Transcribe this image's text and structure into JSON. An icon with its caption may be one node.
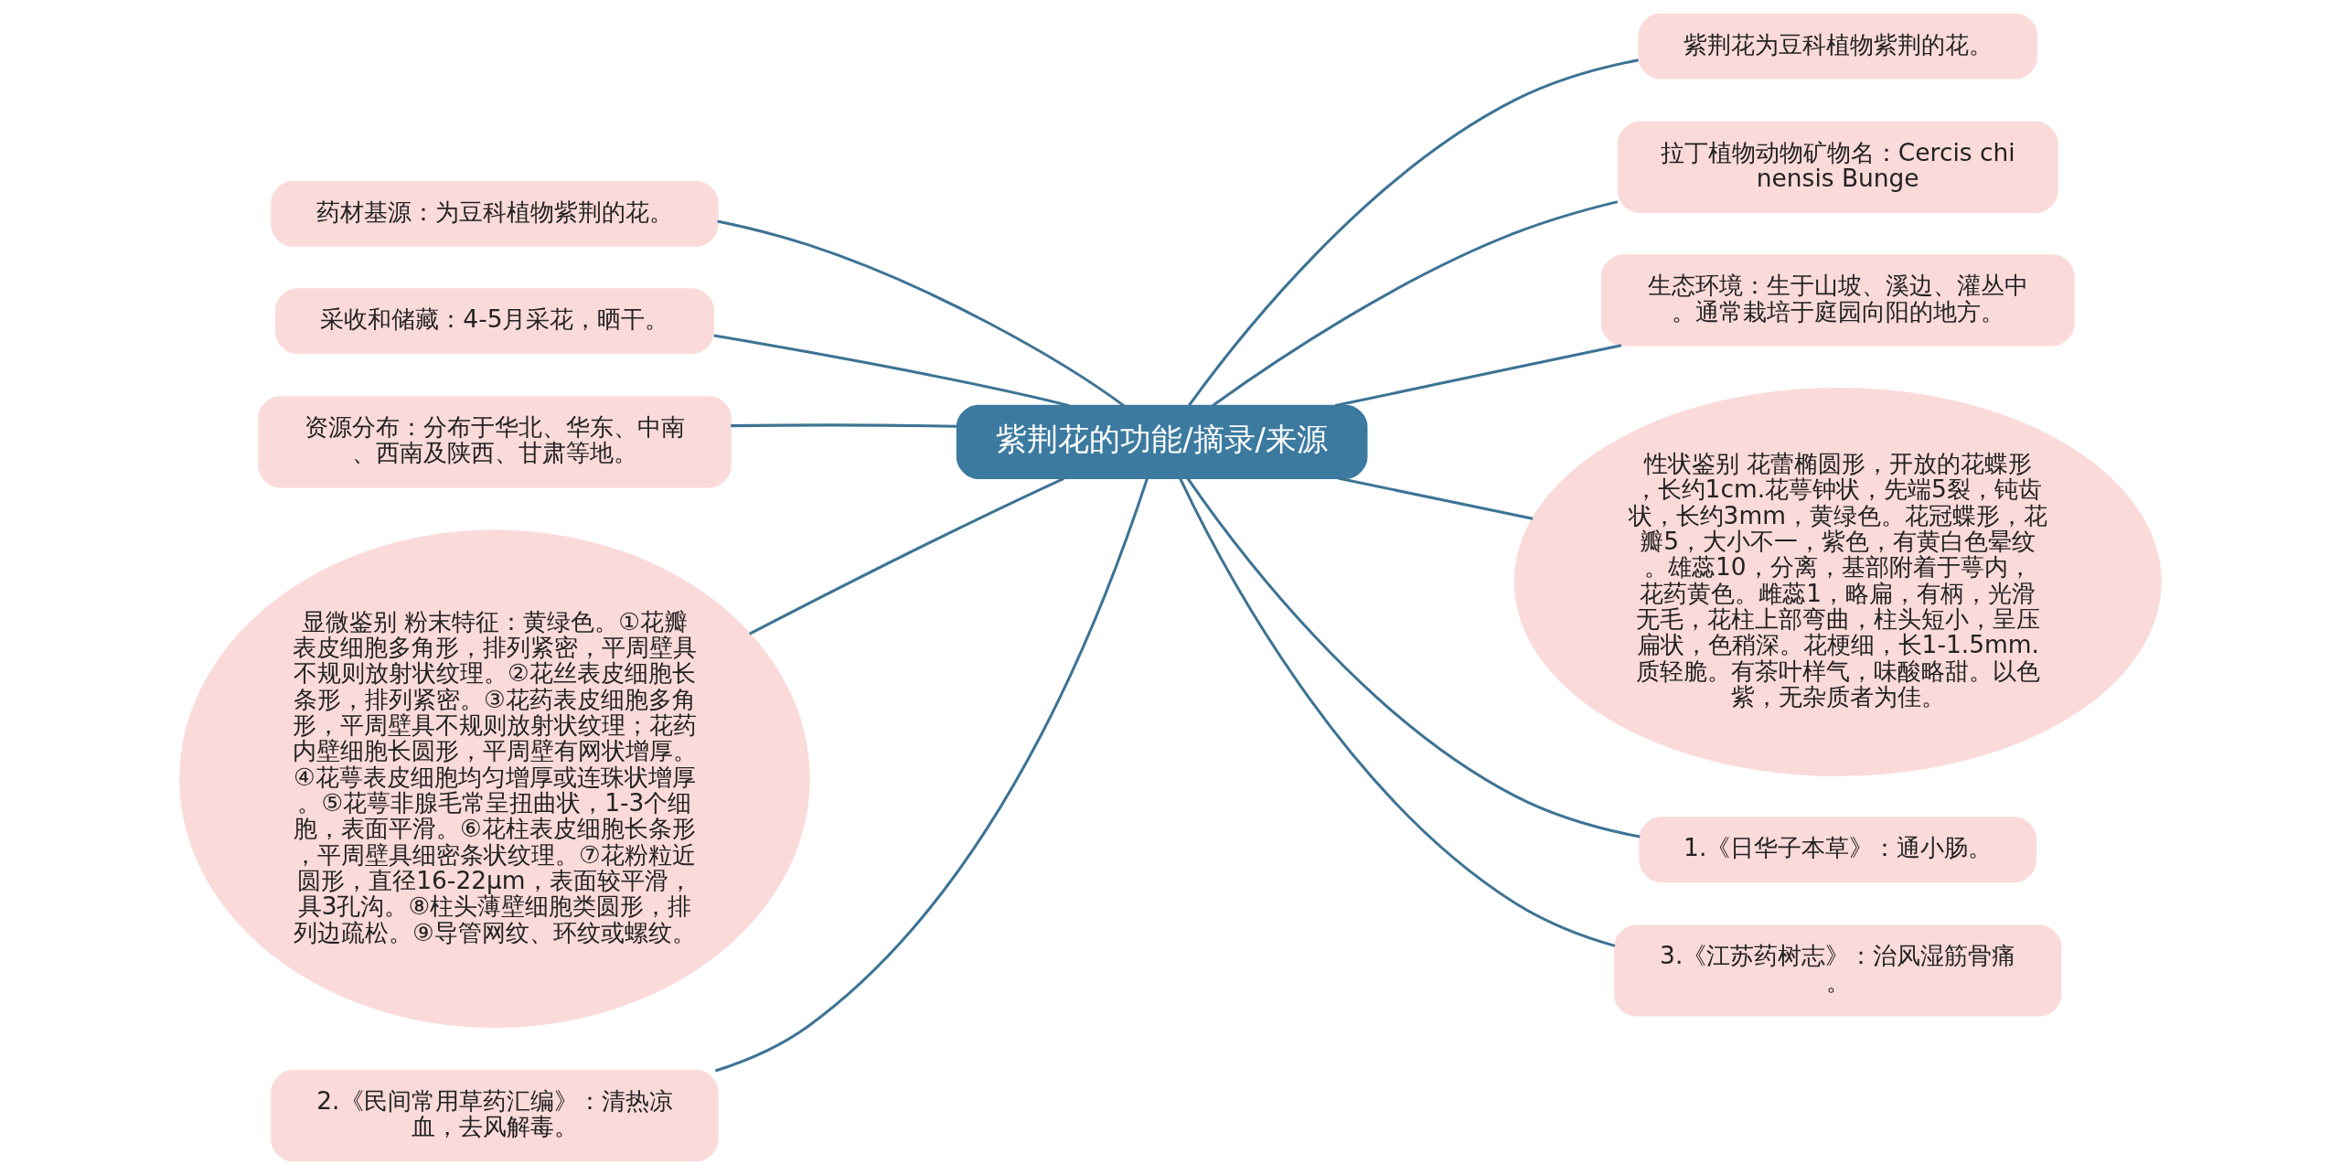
{
  "diagram": {
    "nodes": [
      {
        "text": [
          "紫荆花的功能/摘录/来源"
        ]
      },
      {
        "text": [
          "药材基源：为豆科植物紫荆的花。"
        ]
      },
      {
        "text": [
          "采收和储藏：4-5月采花，晒干。"
        ]
      },
      {
        "text": [
          "资源分布：分布于华北、华东、中南、西南及陕西、甘肃等地。"
        ]
      },
      {
        "text": [
          "显微鉴别 粉末特征：黄绿色。①花瓣表皮细胞多角形，排列紧密，平周壁具不规则放射状纹理。②花丝表皮细胞长条形，排列紧密。③花药表皮细胞多角形，平周壁具不规则放射状纹理；花药内壁细胞长圆形，平周壁有网状增厚。④花萼表皮细胞均匀增厚或连珠状增厚。⑤花萼非腺毛常呈扭曲状，1-3个细胞，表面平滑。⑥花柱表皮细胞长条形，平周壁具细密条状纹理。⑦花粉粒近圆形，直径16-22μm，表面较平滑，具3孔沟。⑧柱头薄壁细胞类圆形，排列边疏松。⑨导管网纹、环纹或螺纹。"
        ]
      },
      {
        "text": [
          "2.《民间常用草药汇编》：清热凉血，去风解毒。"
        ]
      },
      {
        "text": [
          "紫荆花为豆科植物紫荆的花。"
        ]
      },
      {
        "text": [
          "拉丁植物动物矿物名：Cercis chinensis Bunge"
        ]
      },
      {
        "text": [
          "生态环境：生于山坡、溪边、灌丛中。通常栽培于庭园向阳的地方。"
        ]
      },
      {
        "text": [
          "性状鉴别 花蕾椭圆形，开放的花蝶形，长约1cm.花萼钟状，先端5裂，钝齿状，长约3mm，黄绿色。花冠蝶形，花瓣5，大小不一，紫色，有黄白色晕纹。雄蕊10，分离，基部附着于萼内，花药黄色。雌蕊1，略扁，有柄，光滑无毛，花柱上部弯曲，柱头短小，呈压扁状，色稍深。花梗细，长1-1.5mm.质轻脆。有茶叶样气，味酸略甜。以色紫，无杂质者为佳。"
        ]
      },
      {
        "text": [
          "1.《日华子本草》：通小肠。"
        ]
      },
      {
        "text": [
          "3.《江苏药树志》：治风湿筋骨痛。"
        ]
      }
    ],
    "edges": [
      {
        "from": 0,
        "to": 1,
        "arrow": "none"
      },
      {
        "from": 0,
        "to": 2,
        "arrow": "none"
      },
      {
        "from": 0,
        "to": 3,
        "arrow": "none"
      },
      {
        "from": 0,
        "to": 4,
        "arrow": "none"
      },
      {
        "from": 0,
        "to": 5,
        "arrow": "none"
      },
      {
        "from": 0,
        "to": 6,
        "arrow": "none"
      },
      {
        "from": 0,
        "to": 7,
        "arrow": "none"
      },
      {
        "from": 0,
        "to": 8,
        "arrow": "none"
      },
      {
        "from": 0,
        "to": 9,
        "arrow": "none"
      },
      {
        "from": 0,
        "to": 10,
        "arrow": "none"
      },
      {
        "from": 0,
        "to": 11,
        "arrow": "none"
      }
    ]
  }
}
